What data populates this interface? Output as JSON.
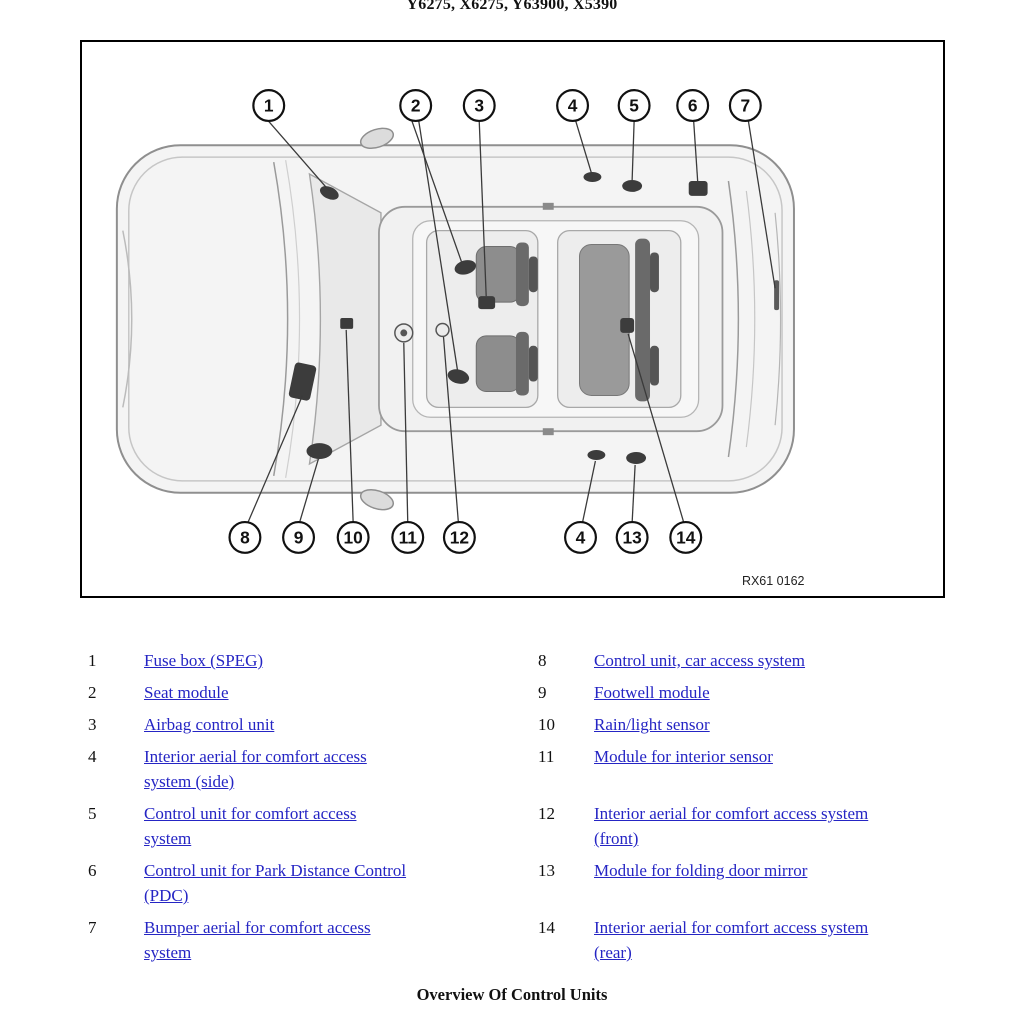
{
  "page": {
    "header_title": "Y6275, X6275, Y63900, X5390",
    "caption": "Overview Of Control Units",
    "figure_ref": "RX61 0162"
  },
  "colors": {
    "link_blue": "#2525c4",
    "diagram_line": "#8f8f8f",
    "callout_stroke": "#111111"
  },
  "diagram": {
    "description": "Top view of vehicle with numbered callouts for control unit locations",
    "callouts_top": [
      "1",
      "2",
      "3",
      "4",
      "5",
      "6",
      "7"
    ],
    "callouts_bottom": [
      "8",
      "9",
      "10",
      "11",
      "12",
      "4",
      "13",
      "14"
    ]
  },
  "legend": {
    "rows": [
      {
        "ln": "1",
        "ll": "Fuse box (SPEG)",
        "rn": "8",
        "rl": "Control unit, car access system"
      },
      {
        "ln": "2",
        "ll": "Seat module",
        "rn": "9",
        "rl": "Footwell module"
      },
      {
        "ln": "3",
        "ll": "Airbag control unit",
        "rn": "10",
        "rl": "Rain/light sensor"
      },
      {
        "ln": "4",
        "ll": "Interior aerial for comfort access\nsystem (side)",
        "rn": "11",
        "rl": "Module for interior sensor"
      },
      {
        "ln": "5",
        "ll": "Control unit for comfort access\nsystem",
        "rn": "12",
        "rl": "Interior aerial for comfort access system\n(front)"
      },
      {
        "ln": "6",
        "ll": "Control unit for Park Distance Control\n(PDC)",
        "rn": "13",
        "rl": "Module for folding door mirror"
      },
      {
        "ln": "7",
        "ll": "Bumper aerial for comfort access\nsystem",
        "rn": "14",
        "rl": "Interior aerial for comfort access system\n(rear)"
      }
    ]
  }
}
